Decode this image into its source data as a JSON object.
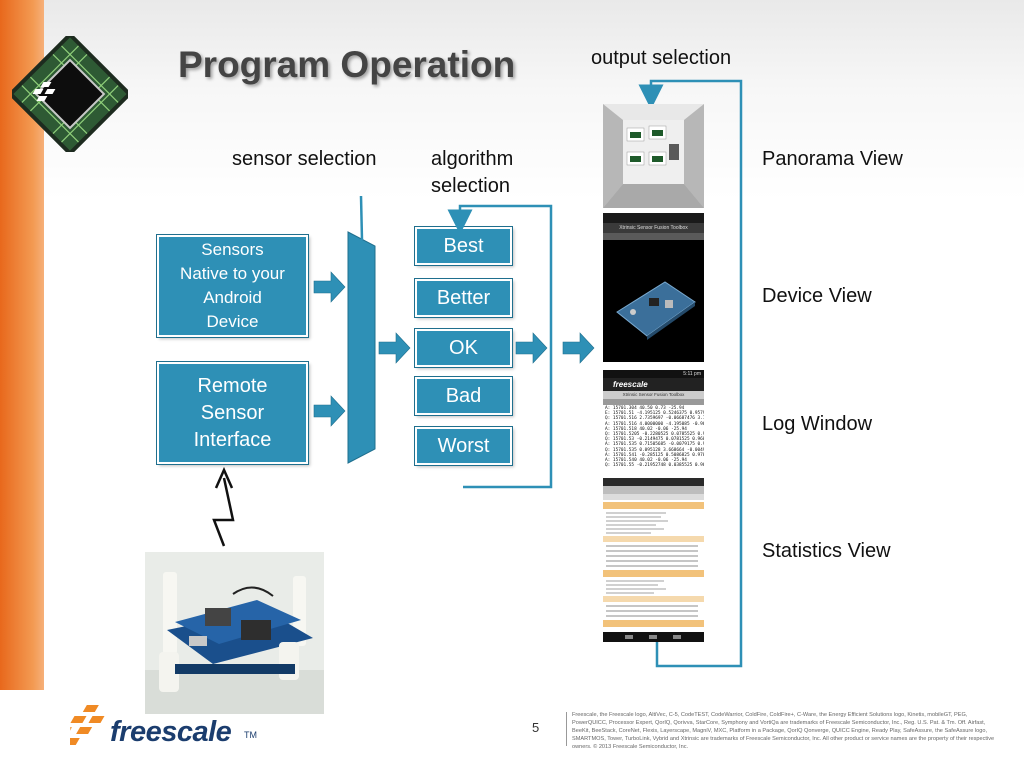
{
  "slide": {
    "title": "Program Operation",
    "page_number": "5",
    "brand": "freescale",
    "trademark": "TM"
  },
  "labels": {
    "sensor_selection": "sensor selection",
    "algorithm_selection_line1": "algorithm",
    "algorithm_selection_line2": "selection",
    "output_selection": "output selection"
  },
  "sensor_boxes": {
    "native_lines": [
      "Sensors",
      "Native to your",
      "Android",
      "Device"
    ],
    "remote_lines": [
      "Remote",
      "Sensor",
      "Interface"
    ]
  },
  "algorithms": [
    "Best",
    "Better",
    "OK",
    "Bad",
    "Worst"
  ],
  "views": [
    "Panorama View",
    "Device View",
    "Log Window",
    "Statistics View"
  ],
  "thumbnails": {
    "device_view_header": "Xtrinsic Sensor Fusion Toolbox",
    "log_brand": "freescale",
    "log_time": "5:11 pm",
    "log_title": "Xtrinsic Sensor Fusion Toolbox",
    "log_lines": [
      "A: 15701.304 40.50 0.73 -25.94",
      "E: 15701.51 -4.195125 0.5246375 0.95797",
      "Q: 15701.516 2.7359697 -0.06687476 3.10",
      "A: 15701.516 4.0000000 -4.195085 -0.9637",
      "A: 15701.518 40.02 -0.06 -25.94",
      "Q: 15701.5205 -0.2280525 0.0785525 0.96",
      "Q: 15701.53 -0.2149475 0.0781525 0.9684",
      "A: 15701.535 0.71505685 -0.0079175 0.956",
      "Q: 15701.535 0.095128 3.668664 -0.00495",
      "A: 15701.541 -0.285125 0.5086825 0.97856",
      "A: 15701.540 40.02 -0.06 -25.94",
      "Q: 15701.55 -0.21952748 0.0385525 0.96"
    ]
  },
  "legal_text": "Freescale, the Freescale logo, AltiVec, C-5, CodeTEST, CodeWarrior, ColdFire, ColdFire+, C-Ware, the Energy Efficient Solutions logo, Kinetis, mobileGT, PEG, PowerQUICC, Processor Expert, QorIQ, Qorivva, StarCore, Symphony and VortiQa are trademarks of Freescale Semiconductor, Inc., Reg. U.S. Pat. & Tm. Off. Airfast, BeeKit, BeeStack, CoreNet, Flexis, Layerscape, MagniV, MXC, Platform in a Package, QorIQ Qonverge, QUICC Engine, Ready Play, SafeAssure, the SafeAssure logo, SMARTMOS, Tower, TurboLink, Vybrid and Xtrinsic are trademarks of Freescale Semiconductor, Inc. All other product or service names are the property of their respective owners. © 2013 Freescale Semiconductor, Inc.",
  "colors": {
    "box_fill": "#2e90b6",
    "arrow_fill": "#2e90b6",
    "connector_line": "#2e90b6",
    "accent_orange": "#e8681c",
    "brand_navy": "#1b3d6e"
  }
}
